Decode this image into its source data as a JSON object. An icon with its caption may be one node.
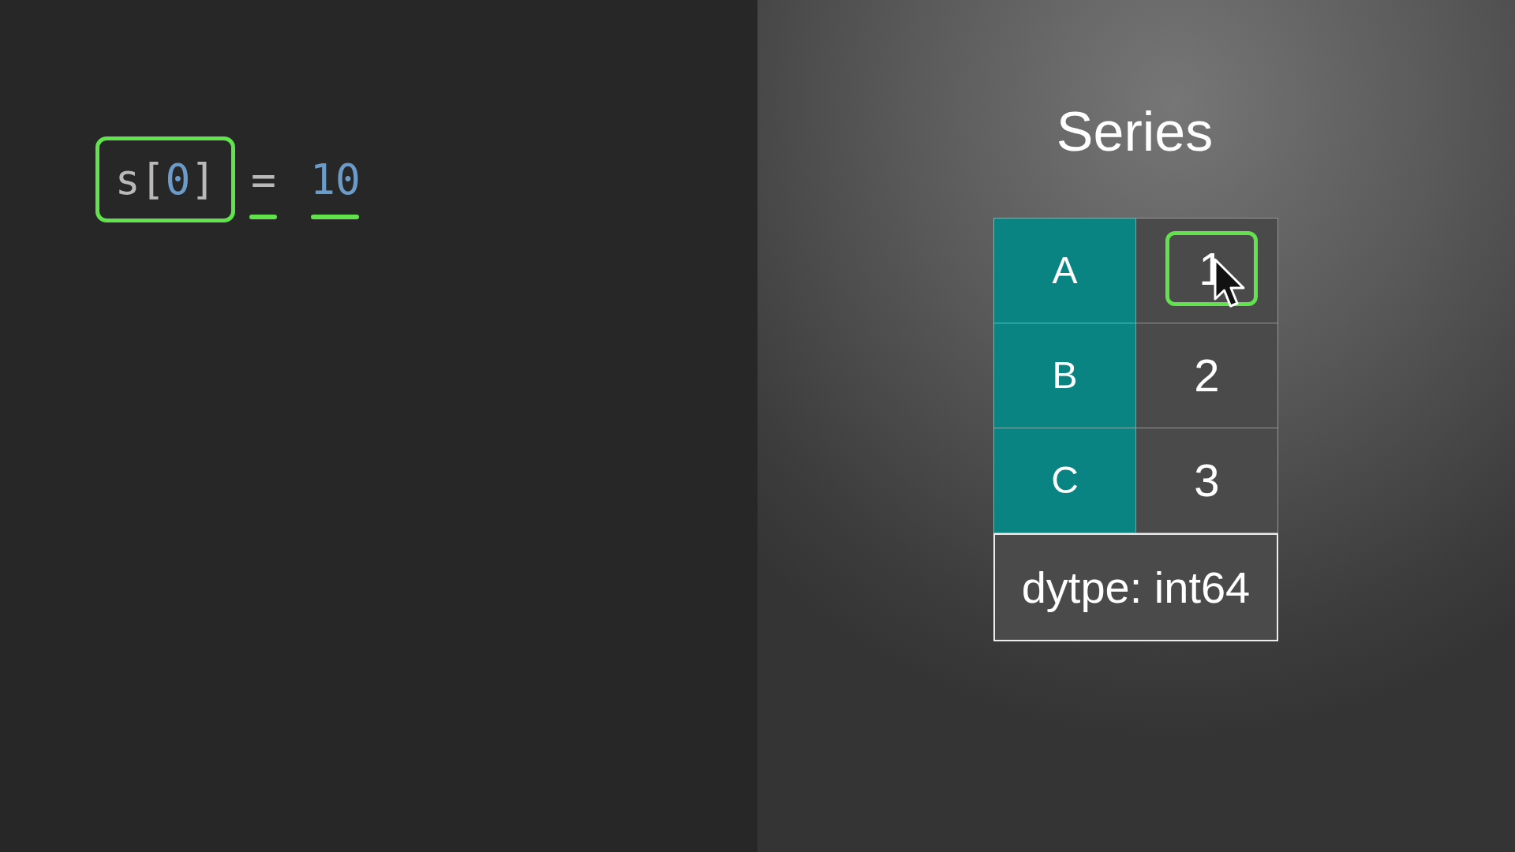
{
  "diagram": {
    "title": "Series",
    "labels": [
      "s[0]",
      "=",
      "10",
      "A",
      "1",
      "B",
      "2",
      "C",
      "3",
      "dytpe: int64"
    ]
  }
}
